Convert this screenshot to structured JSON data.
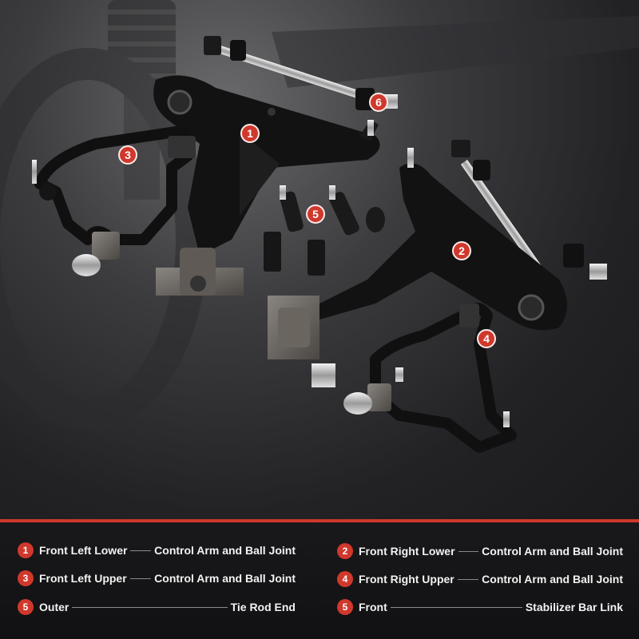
{
  "callouts": [
    "1",
    "2",
    "3",
    "4",
    "5",
    "6"
  ],
  "legend": [
    {
      "num": "1",
      "left": "Front Left Lower",
      "right": "Control Arm and Ball Joint"
    },
    {
      "num": "2",
      "left": "Front Right Lower",
      "right": "Control Arm and Ball Joint"
    },
    {
      "num": "3",
      "left": "Front Left Upper",
      "right": "Control Arm and Ball Joint"
    },
    {
      "num": "4",
      "left": "Front Right Upper",
      "right": "Control Arm and Ball Joint"
    },
    {
      "num": "5",
      "left": "Outer",
      "right": "Tie Rod End"
    },
    {
      "num": "5",
      "left": "Front",
      "right": "Stabilizer Bar Link"
    }
  ],
  "colors": {
    "accent": "#d0382c",
    "background": "#1b1b1d",
    "part": "#111111",
    "bushing": "#6b6763"
  }
}
